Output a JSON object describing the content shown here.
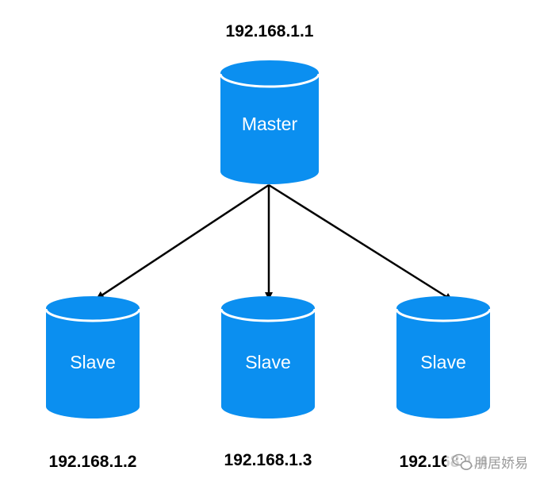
{
  "diagram": {
    "colors": {
      "cylinder_fill": "#0b8ff0",
      "cylinder_rim": "#ffffff",
      "arrow": "#000000",
      "text_light": "#ffffff",
      "text_dark": "#000000"
    },
    "master": {
      "label": "Master",
      "ip": "192.168.1.1"
    },
    "slaves": [
      {
        "label": "Slave",
        "ip": "192.168.1.2"
      },
      {
        "label": "Slave",
        "ip": "192.168.1.3"
      },
      {
        "label": "Slave",
        "ip": "192.168.1.4"
      }
    ],
    "watermark": {
      "text": "朋居娇易",
      "icon": "wechat-icon"
    }
  }
}
